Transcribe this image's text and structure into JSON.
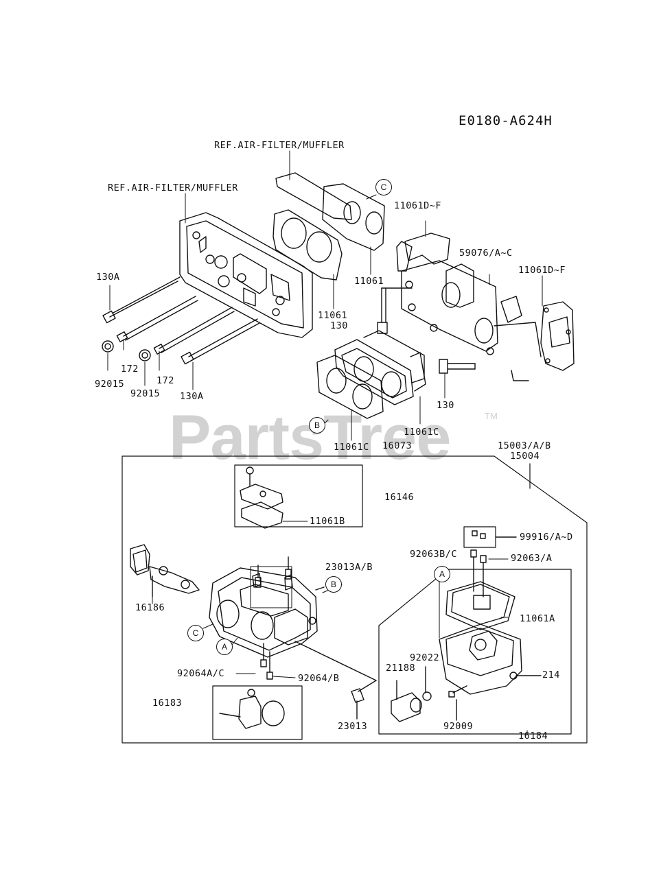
{
  "diagram_code": "E0180-A624H",
  "watermark": {
    "text": "PartsTree",
    "tm": "TM"
  },
  "labels": {
    "ref_air_filter_upper": "REF.AIR-FILTER/MUFFLER",
    "ref_air_filter_lower": "REF.AIR-FILTER/MUFFLER",
    "p130A_top": "130A",
    "p130A_bottom": "130A",
    "p172_left": "172",
    "p172_right": "172",
    "p92015_left": "92015",
    "p92015_right": "92015",
    "p11061_upper": "11061",
    "p11061_mid": "11061",
    "p130_mid": "130",
    "p130_right": "130",
    "p11061D_F_top": "11061D~F",
    "p11061D_F_right": "11061D~F",
    "p59076": "59076/A~C",
    "p11061C_right": "11061C",
    "p11061C_left": "11061C",
    "p16073": "16073",
    "p15003": "15003/A/B",
    "p15004": "15004",
    "p16146": "16146",
    "p11061B": "11061B",
    "p99916": "99916/A~D",
    "p92063B_C": "92063B/C",
    "p92063_A": "92063/A",
    "p23013A_B": "23013A/B",
    "p16186": "16186",
    "p11061A": "11061A",
    "p92022": "92022",
    "p21188": "21188",
    "p214": "214",
    "p92064A_C": "92064A/C",
    "p92064_B": "92064/B",
    "p16183": "16183",
    "p23013": "23013",
    "p92009": "92009",
    "p16184": "16184"
  },
  "callouts": {
    "A_float": "A",
    "A_body": "A",
    "B_gasket": "B",
    "B_body": "B",
    "C_gasket": "C",
    "C_body": "C"
  }
}
